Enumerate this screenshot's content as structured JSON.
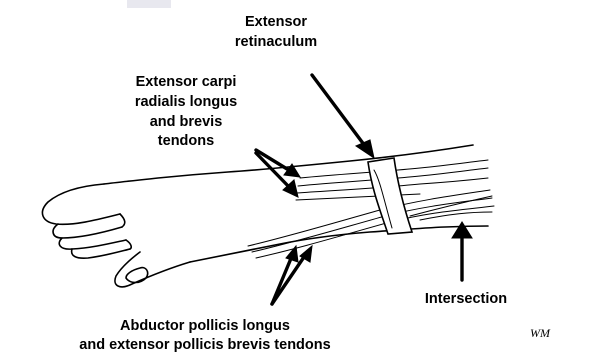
{
  "labels": {
    "retinaculum_l1": "Extensor",
    "retinaculum_l2": "retinaculum",
    "ecr_l1": "Extensor carpi",
    "ecr_l2": "radialis longus",
    "ecr_l3": "and brevis",
    "ecr_l4": "tendons",
    "intersection": "Intersection",
    "apl_l1": "Abductor pollicis longus",
    "apl_l2": "and extensor pollicis brevis tendons"
  },
  "signature": "WM",
  "colors": {
    "ink": "#000000",
    "background": "#ffffff"
  }
}
